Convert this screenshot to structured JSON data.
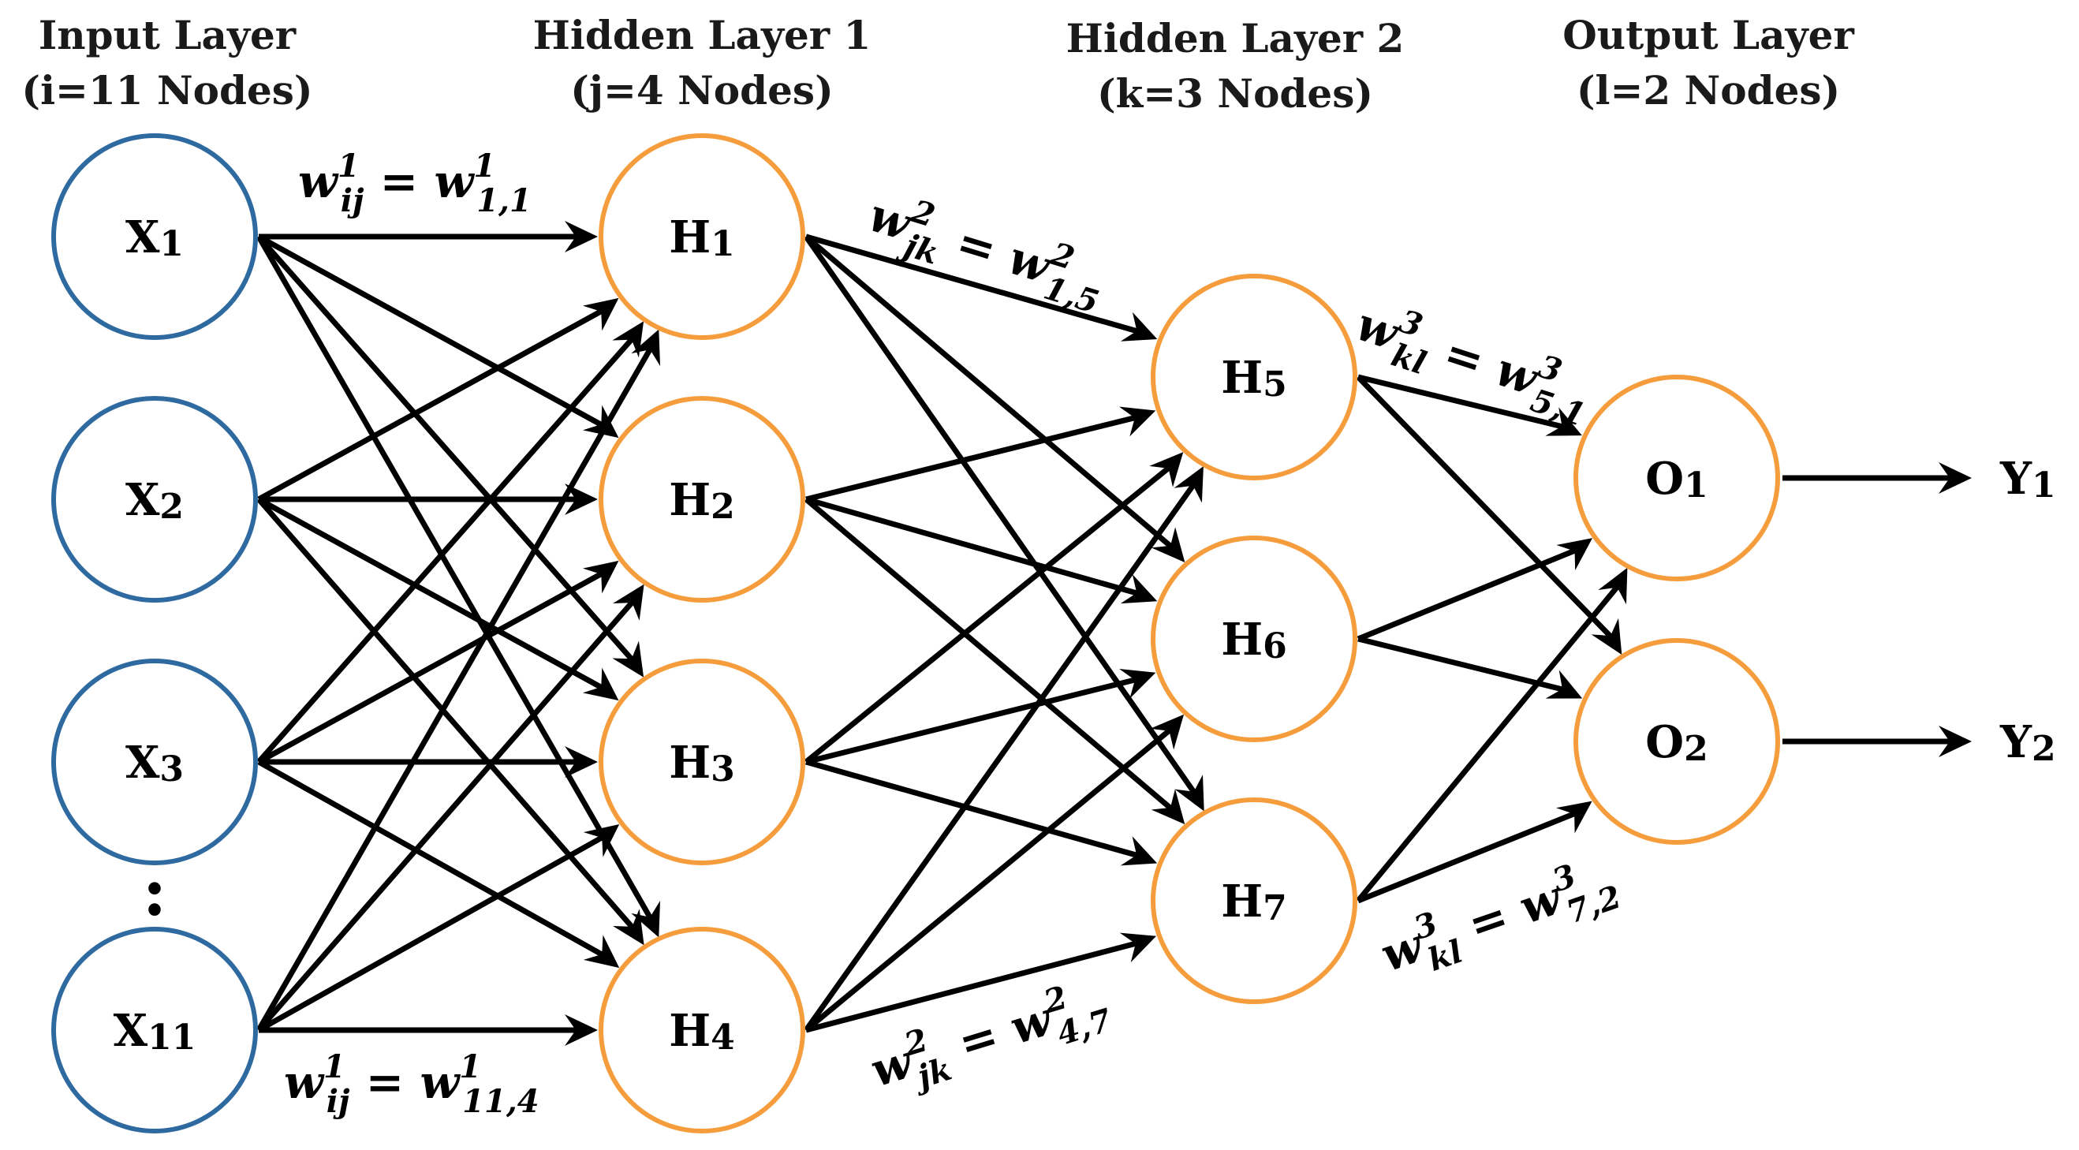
{
  "colors": {
    "input_node": "#2e6aa0",
    "hidden_node": "#f59d3c",
    "output_node": "#f59d3c",
    "edge": "#000000",
    "text": "#000000"
  },
  "layers": [
    {
      "id": "input",
      "title_line1": "Input Layer",
      "title_line2": "(i=11 Nodes)"
    },
    {
      "id": "hidden1",
      "title_line1": "Hidden Layer 1",
      "title_line2": "(j=4 Nodes)"
    },
    {
      "id": "hidden2",
      "title_line1": "Hidden Layer 2",
      "title_line2": "(k=3 Nodes)"
    },
    {
      "id": "output",
      "title_line1": "Output Layer",
      "title_line2": "(l=2 Nodes)"
    }
  ],
  "nodes": {
    "input": [
      {
        "letter": "X",
        "index": "1"
      },
      {
        "letter": "X",
        "index": "2"
      },
      {
        "letter": "X",
        "index": "3"
      },
      {
        "letter": "X",
        "index": "11"
      }
    ],
    "hidden1": [
      {
        "letter": "H",
        "index": "1"
      },
      {
        "letter": "H",
        "index": "2"
      },
      {
        "letter": "H",
        "index": "3"
      },
      {
        "letter": "H",
        "index": "4"
      }
    ],
    "hidden2": [
      {
        "letter": "H",
        "index": "5"
      },
      {
        "letter": "H",
        "index": "6"
      },
      {
        "letter": "H",
        "index": "7"
      }
    ],
    "output": [
      {
        "letter": "O",
        "index": "1"
      },
      {
        "letter": "O",
        "index": "2"
      }
    ]
  },
  "ellipsis": ":",
  "outputs": [
    {
      "letter": "Y",
      "index": "1"
    },
    {
      "letter": "Y",
      "index": "2"
    }
  ],
  "weights": [
    {
      "id": "w1-top",
      "lhs_base": "w",
      "lhs_sup": "1",
      "lhs_sub": "ij",
      "eq": " = ",
      "rhs_base": "w",
      "rhs_sup": "1",
      "rhs_sub": "1,1"
    },
    {
      "id": "w1-bottom",
      "lhs_base": "w",
      "lhs_sup": "1",
      "lhs_sub": "ij",
      "eq": " = ",
      "rhs_base": "w",
      "rhs_sup": "1",
      "rhs_sub": "11,4"
    },
    {
      "id": "w2-top",
      "lhs_base": "w",
      "lhs_sup": "2",
      "lhs_sub": "jk",
      "eq": " = ",
      "rhs_base": "w",
      "rhs_sup": "2",
      "rhs_sub": "1,5"
    },
    {
      "id": "w2-bottom",
      "lhs_base": "w",
      "lhs_sup": "2",
      "lhs_sub": "jk",
      "eq": " = ",
      "rhs_base": "w",
      "rhs_sup": "2",
      "rhs_sub": "4,7"
    },
    {
      "id": "w3-top",
      "lhs_base": "w",
      "lhs_sup": "3",
      "lhs_sub": "kl",
      "eq": " = ",
      "rhs_base": "w",
      "rhs_sup": "3",
      "rhs_sub": "5,1"
    },
    {
      "id": "w3-bottom",
      "lhs_base": "w",
      "lhs_sup": "3",
      "lhs_sub": "kl",
      "eq": " = ",
      "rhs_base": "w",
      "rhs_sup": "3",
      "rhs_sub": "7,2"
    }
  ]
}
